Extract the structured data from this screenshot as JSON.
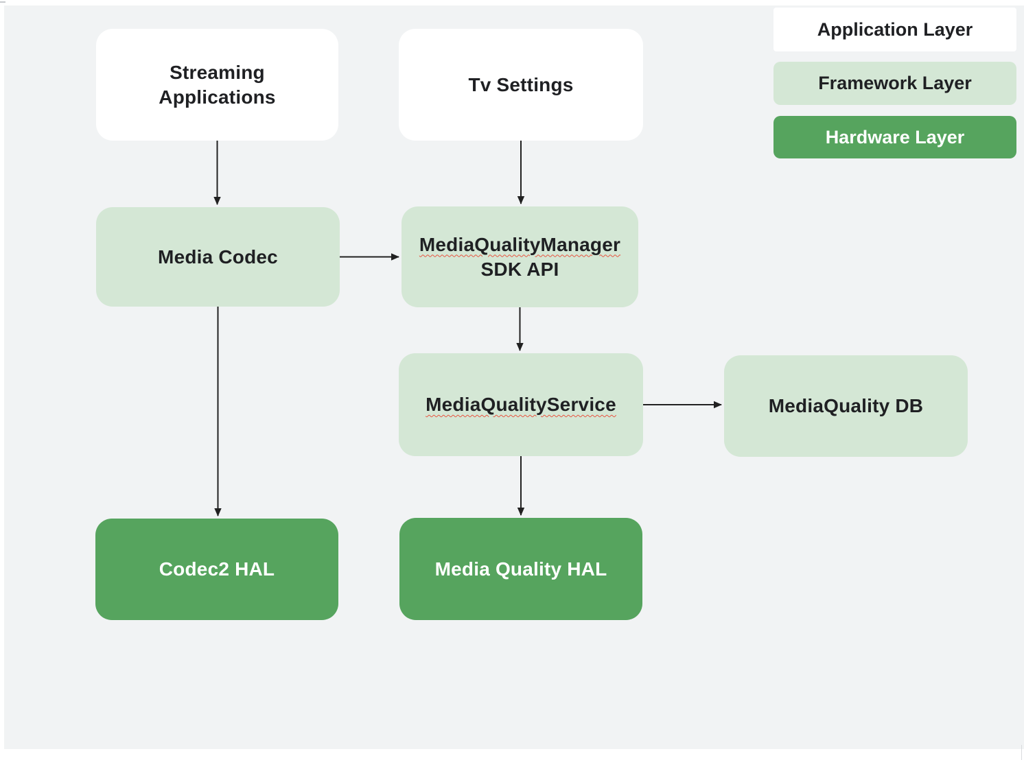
{
  "legend": {
    "application": {
      "label": "Application Layer",
      "color": "#ffffff"
    },
    "framework": {
      "label": "Framework Layer",
      "color": "#d4e7d5"
    },
    "hardware": {
      "label": "Hardware Layer",
      "color": "#56a45e"
    }
  },
  "nodes": {
    "streaming_apps": {
      "line1": "Streaming",
      "line2": "Applications",
      "layer": "application"
    },
    "tv_settings": {
      "label": "Tv Settings",
      "layer": "application"
    },
    "media_codec": {
      "label": "Media Codec",
      "layer": "framework"
    },
    "mq_manager": {
      "line1": "MediaQualityManager",
      "line2": "SDK API",
      "layer": "framework"
    },
    "mq_service": {
      "label": "MediaQualityService",
      "layer": "framework"
    },
    "mq_db": {
      "label": "MediaQuality DB",
      "layer": "framework"
    },
    "codec2_hal": {
      "label": "Codec2 HAL",
      "layer": "hardware"
    },
    "mq_hal": {
      "label": "Media Quality HAL",
      "layer": "hardware"
    }
  },
  "edges": [
    {
      "from": "streaming_apps",
      "to": "media_codec",
      "direction": "down"
    },
    {
      "from": "tv_settings",
      "to": "mq_manager",
      "direction": "down"
    },
    {
      "from": "media_codec",
      "to": "mq_manager",
      "direction": "right"
    },
    {
      "from": "mq_manager",
      "to": "mq_service",
      "direction": "down"
    },
    {
      "from": "mq_service",
      "to": "mq_db",
      "direction": "right"
    },
    {
      "from": "mq_service",
      "to": "mq_hal",
      "direction": "down"
    },
    {
      "from": "media_codec",
      "to": "codec2_hal",
      "direction": "down"
    }
  ],
  "colors": {
    "canvas_background": "#f1f3f4",
    "application_layer": "#ffffff",
    "framework_layer": "#d4e7d5",
    "hardware_layer": "#56a45e",
    "arrow": "#212121",
    "spellcheck_underline": "#e8523f"
  }
}
